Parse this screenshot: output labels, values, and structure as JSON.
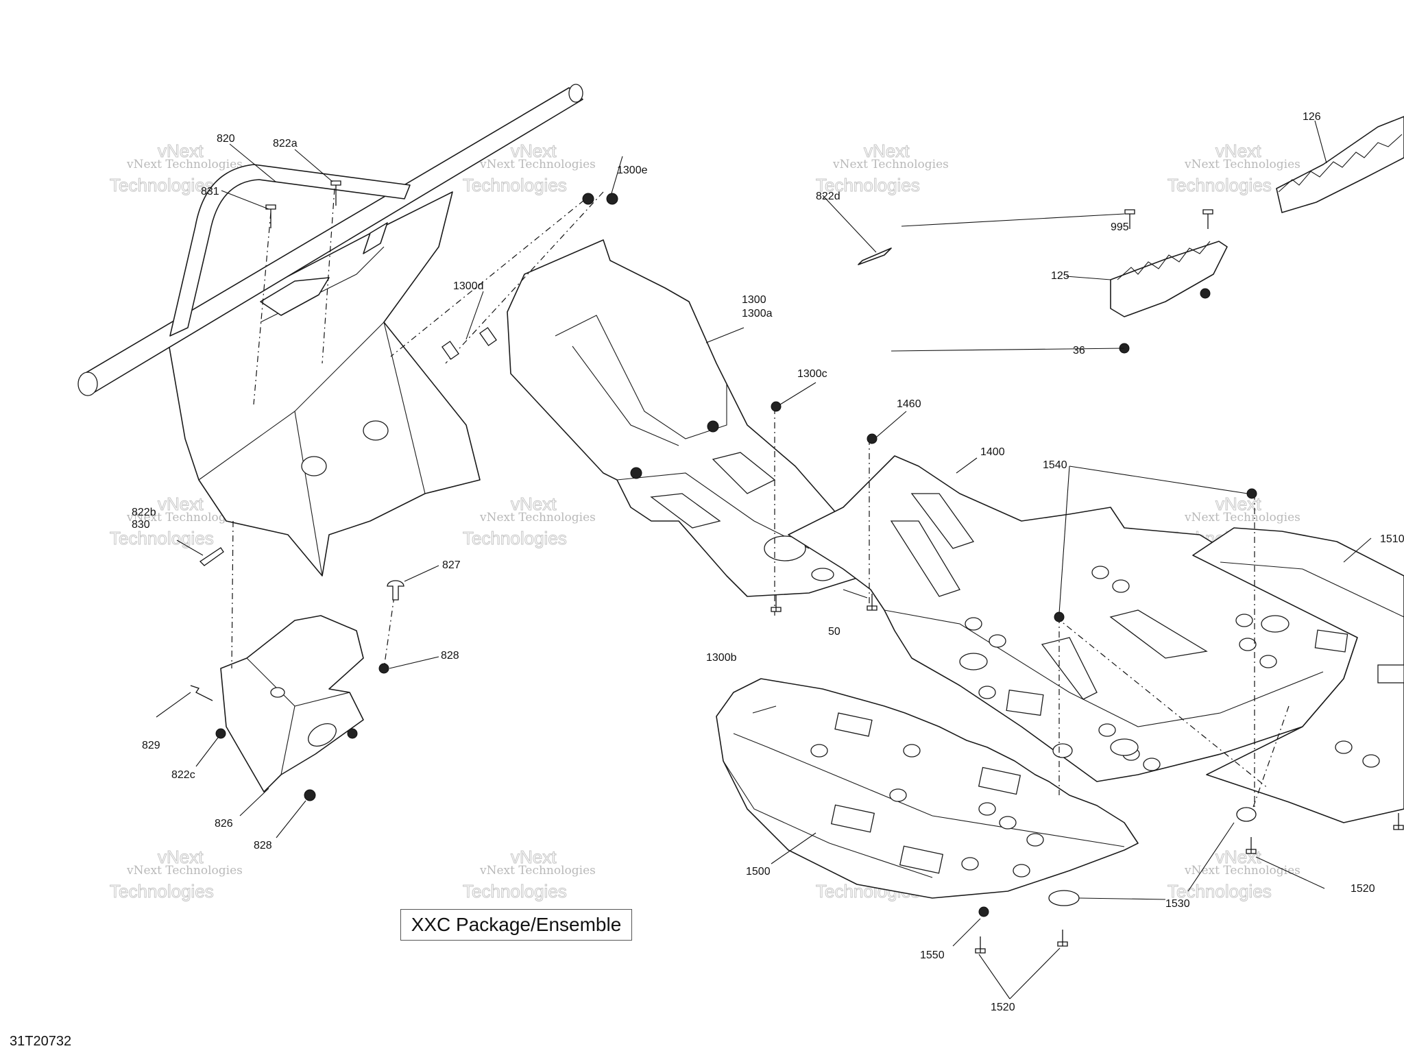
{
  "drawing_number": "31T20732",
  "package_label": "XXC Package/Ensemble",
  "watermark": {
    "line1": "vNext Technologies",
    "line2": "Technologies",
    "line3": "vNext"
  },
  "callouts": {
    "c820": "820",
    "c822a": "822a",
    "c831": "831",
    "c1300e": "1300e",
    "c1300d": "1300d",
    "c1300": "1300",
    "c1300a": "1300a",
    "c1300c": "1300c",
    "c1300b": "1300b",
    "c822d": "822d",
    "c126": "126",
    "c995": "995",
    "c125": "125",
    "c36": "36",
    "c1460": "1460",
    "c1400": "1400",
    "c1540": "1540",
    "c1510": "1510",
    "c822b": "822b",
    "c830": "830",
    "c827": "827",
    "c828a": "828",
    "c828b": "828",
    "c829": "829",
    "c822c": "822c",
    "c826": "826",
    "c50": "50",
    "c1500": "1500",
    "c1520a": "1520",
    "c1520b": "1520",
    "c1530": "1530",
    "c1550": "1550"
  }
}
